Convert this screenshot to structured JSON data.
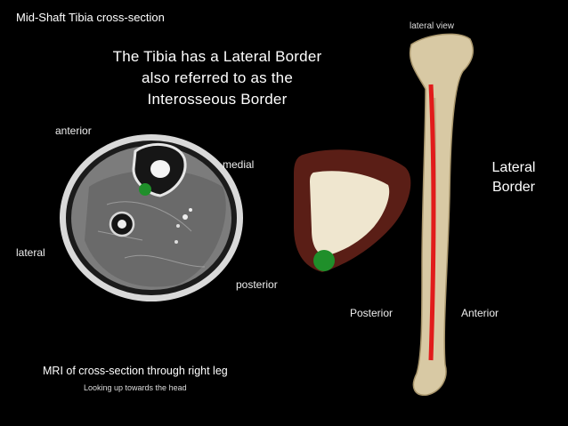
{
  "title": "Mid-Shaft Tibia cross-section",
  "view_label": "lateral view",
  "headline": [
    "The Tibia has a Lateral Border",
    "also referred to as the",
    "Interosseous Border"
  ],
  "mri_labels": {
    "anterior": "anterior",
    "medial": "medial",
    "lateral": "lateral",
    "posterior": "posterior"
  },
  "bone_labels": {
    "posterior": "Posterior",
    "anterior": "Anterior",
    "lateral_border": [
      "Lateral",
      "Border"
    ]
  },
  "caption": "MRI of cross-section through right leg",
  "subcaption": "Looking up towards the head",
  "colors": {
    "marker_green": "#1f8f2a",
    "border_red": "#e11b1b",
    "bone_fill": "#efe6cf",
    "marrow_brown": "#5a1e16"
  }
}
